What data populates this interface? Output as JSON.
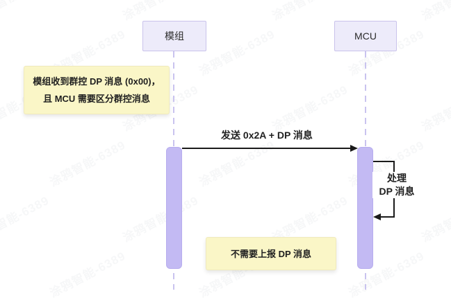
{
  "diagram": {
    "participants": [
      {
        "name": "模组"
      },
      {
        "name": "MCU"
      }
    ],
    "notes": [
      {
        "line1": "模组收到群控 DP 消息 (0x00)，",
        "line2": "且 MCU 需要区分群控消息"
      },
      {
        "text": "不需要上报 DP 消息"
      }
    ],
    "messages": [
      {
        "label": "发送 0x2A + DP 消息"
      },
      {
        "label_line1": "处理",
        "label_line2": "DP 消息"
      }
    ]
  },
  "watermark": {
    "text": "涂鸦智能-6389"
  },
  "colors": {
    "participant_fill": "#EDEBFA",
    "participant_border": "#C9C2EB",
    "lifeline": "#C9C3EF",
    "activation_fill": "#C3BAF3",
    "activation_border": "#B7ADEE",
    "note_fill": "#FAF6C7",
    "note_border": "#F0EABD",
    "arrow": "#1A1A1A",
    "text": "#2B2B2B"
  }
}
